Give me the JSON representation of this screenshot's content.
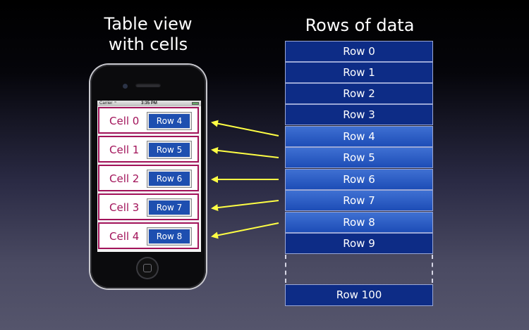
{
  "titles": {
    "left_line1": "Table view",
    "left_line2": "with cells",
    "right": "Rows of data"
  },
  "status_bar": {
    "carrier": "Carrier",
    "time": "3:35 PM"
  },
  "cells": [
    {
      "label": "Cell 0",
      "row": "Row 4"
    },
    {
      "label": "Cell 1",
      "row": "Row 5"
    },
    {
      "label": "Cell 2",
      "row": "Row 6"
    },
    {
      "label": "Cell 3",
      "row": "Row 7"
    },
    {
      "label": "Cell 4",
      "row": "Row 8"
    }
  ],
  "rows": [
    "Row 0",
    "Row 1",
    "Row 2",
    "Row 3",
    "Row 4",
    "Row 5",
    "Row 6",
    "Row 7",
    "Row 8",
    "Row 9"
  ],
  "last_row": "Row 100",
  "colors": {
    "cell_border": "#a2135a",
    "row_dark": "#0d2c86",
    "row_active": "#2a5cc4",
    "arrow": "#ffff44"
  }
}
